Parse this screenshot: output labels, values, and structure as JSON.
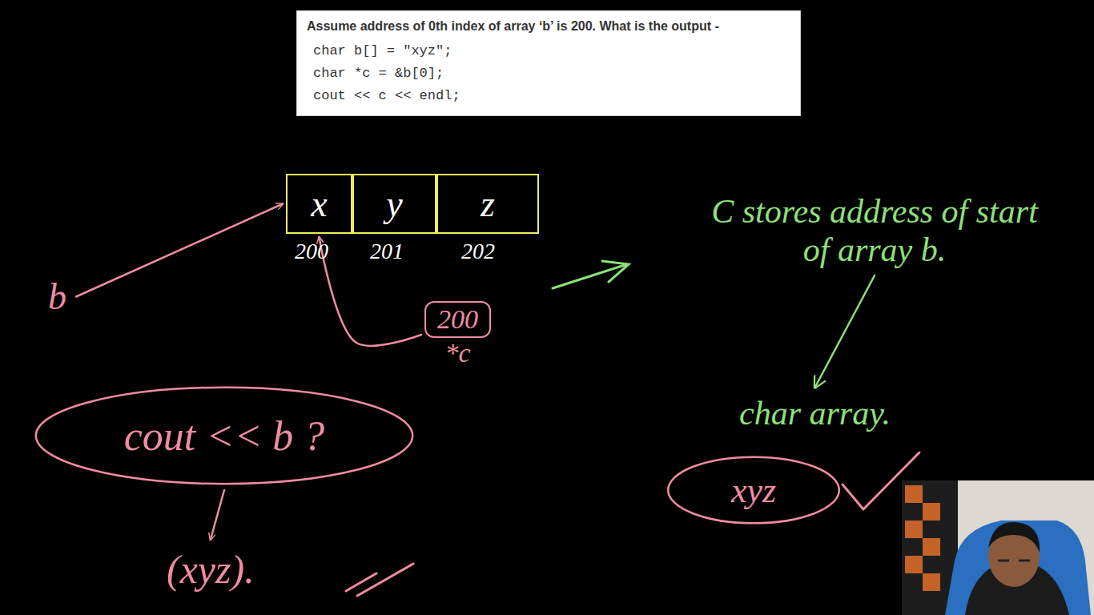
{
  "diagram": {
    "nodes": [
      {
        "text": [
          "Assume address of 0th index of array ‘b’ is 200. What is the output -",
          "char b[] = \"xyz\";",
          "char *c = &b[0];",
          "cout << c << endl;"
        ]
      },
      {
        "text": [
          "x"
        ]
      },
      {
        "text": [
          "y"
        ]
      },
      {
        "text": [
          "z"
        ]
      },
      {
        "text": [
          "b"
        ]
      },
      {
        "text": [
          "200",
          "*c"
        ]
      },
      {
        "text": [
          "cout << b ?"
        ]
      },
      {
        "text": [
          "(xyz)."
        ]
      },
      {
        "text": [
          "C stores address of start of array b."
        ]
      },
      {
        "text": [
          "char array."
        ]
      },
      {
        "text": [
          "xyz"
        ]
      }
    ],
    "edges": [
      {
        "from": 4,
        "to": 1,
        "arrow": "to"
      },
      {
        "from": 5,
        "to": 1,
        "arrow": "to"
      },
      {
        "from": 6,
        "to": 7,
        "arrow": "to"
      },
      {
        "from": 8,
        "to": 9,
        "arrow": "to"
      }
    ],
    "labels": [
      "200",
      "201",
      "202"
    ]
  }
}
